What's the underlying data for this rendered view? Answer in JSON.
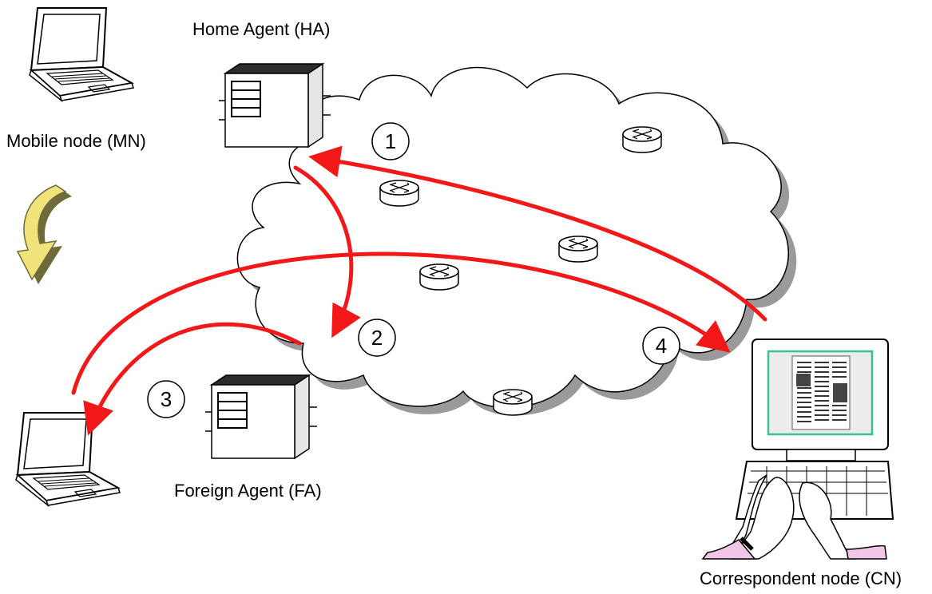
{
  "labels": {
    "mobile_node": "Mobile node (MN)",
    "home_agent": "Home Agent (HA)",
    "foreign_agent": "Foreign Agent (FA)",
    "correspondent_node": "Correspondent node (CN)"
  },
  "steps": [
    "1",
    "2",
    "3",
    "4"
  ],
  "colors": {
    "arrow": "#f21818",
    "cloud_shadow": "#9a9a9a",
    "move_arrow": "#efe37a",
    "screen_frame": "#3dbf94",
    "screen_fill": "#ececec",
    "sleeve": "#f1c6e8"
  },
  "icons": {
    "mobile_node_old": "laptop-icon",
    "mobile_node_new": "laptop-icon",
    "home_agent": "server-icon",
    "foreign_agent": "server-icon",
    "routers": "router-icon",
    "correspondent": "desktop-computer-icon",
    "movement": "curved-down-arrow-icon"
  }
}
